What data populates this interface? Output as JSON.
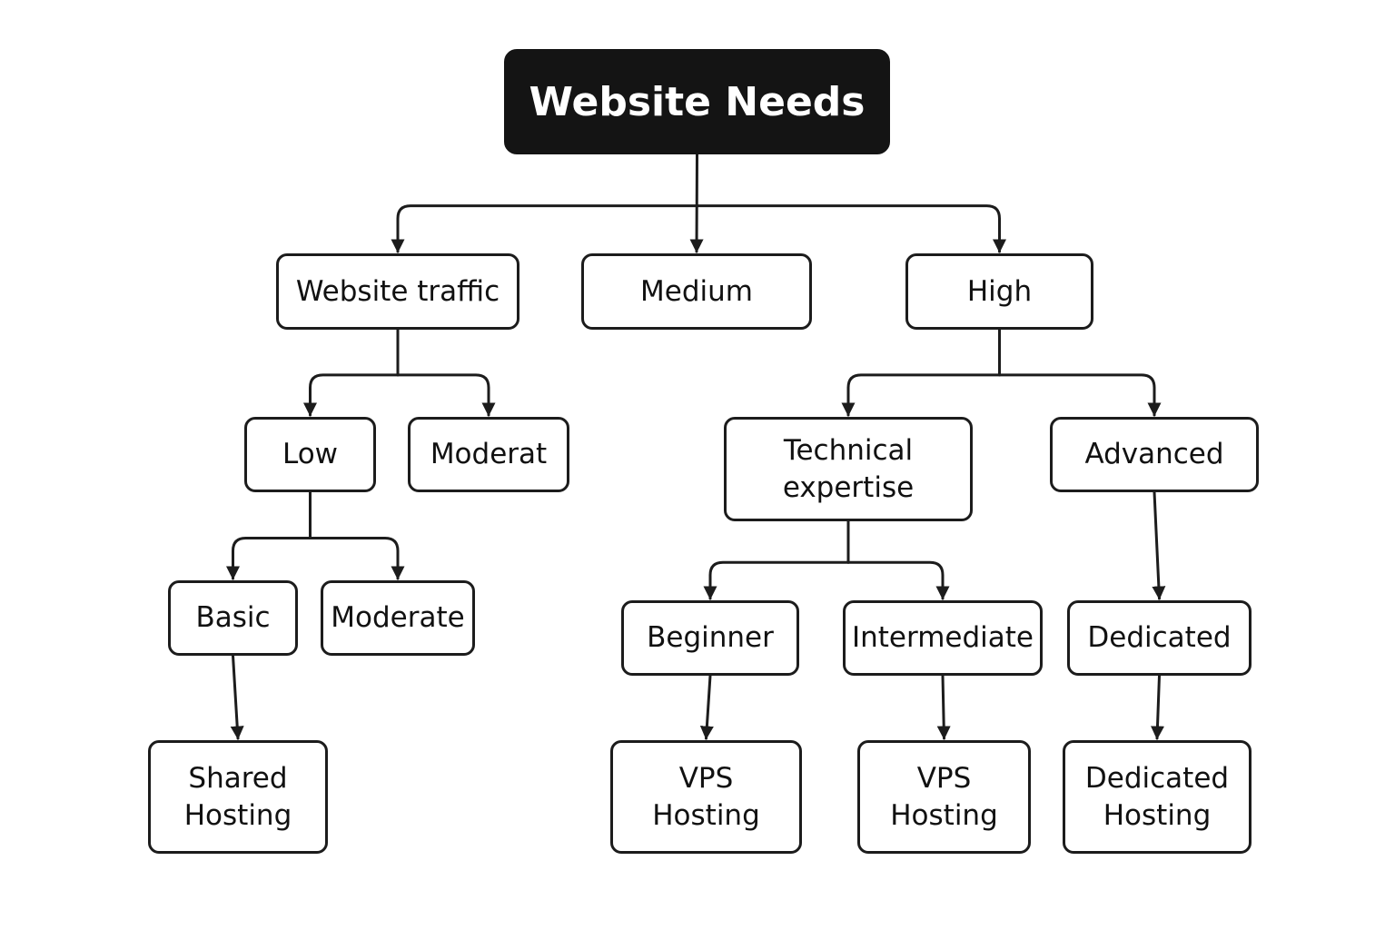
{
  "diagram": {
    "colors": {
      "stroke": "#1c1c1c",
      "root_fill": "#141414",
      "root_text": "#ffffff",
      "node_fill": "#ffffff"
    },
    "nodes": {
      "root": [
        "Website Needs"
      ],
      "website_traffic": [
        "Website traffic"
      ],
      "medium": [
        "Medium"
      ],
      "high": [
        "High"
      ],
      "low": [
        "Low"
      ],
      "moderat": [
        "Moderat"
      ],
      "technical_expertise": [
        "Technical",
        "expertise"
      ],
      "advanced": [
        "Advanced"
      ],
      "basic": [
        "Basic"
      ],
      "moderate": [
        "Moderate"
      ],
      "beginner": [
        "Beginner"
      ],
      "intermediate": [
        "Intermediate"
      ],
      "dedicated": [
        "Dedicated"
      ],
      "shared_hosting": [
        "Shared",
        "Hosting"
      ],
      "vps_hosting_1": [
        "VPS",
        "Hosting"
      ],
      "vps_hosting_2": [
        "VPS",
        "Hosting"
      ],
      "dedicated_hosting": [
        "Dedicated",
        "Hosting"
      ]
    },
    "edges": [
      {
        "from": "root",
        "to": "website_traffic"
      },
      {
        "from": "root",
        "to": "medium"
      },
      {
        "from": "root",
        "to": "high"
      },
      {
        "from": "website_traffic",
        "to": "low"
      },
      {
        "from": "website_traffic",
        "to": "moderat"
      },
      {
        "from": "high",
        "to": "technical_expertise"
      },
      {
        "from": "high",
        "to": "advanced"
      },
      {
        "from": "low",
        "to": "basic"
      },
      {
        "from": "low",
        "to": "moderate"
      },
      {
        "from": "technical_expertise",
        "to": "beginner"
      },
      {
        "from": "technical_expertise",
        "to": "intermediate"
      },
      {
        "from": "advanced",
        "to": "dedicated"
      },
      {
        "from": "basic",
        "to": "shared_hosting"
      },
      {
        "from": "beginner",
        "to": "vps_hosting_1"
      },
      {
        "from": "intermediate",
        "to": "vps_hosting_2"
      },
      {
        "from": "dedicated",
        "to": "dedicated_hosting"
      }
    ]
  }
}
